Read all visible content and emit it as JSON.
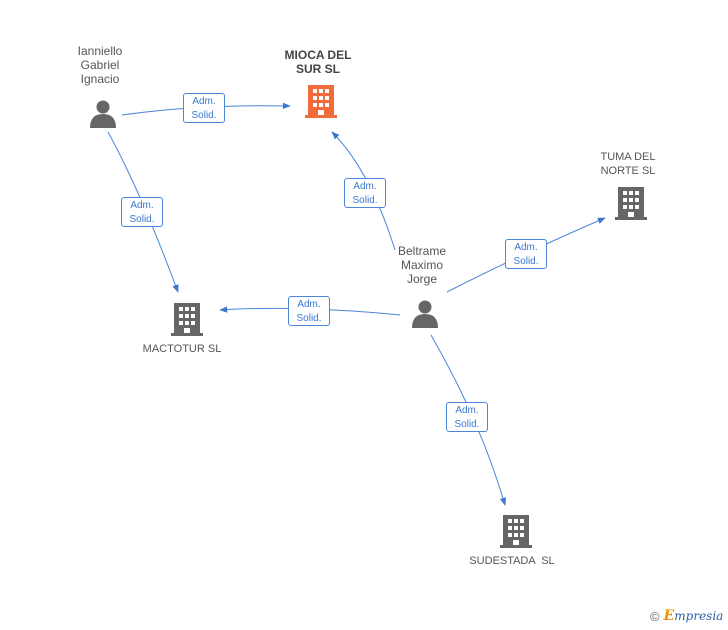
{
  "nodes": {
    "ianniello": {
      "label": "Ianniello\nGabriel\nIgnacio"
    },
    "mioca": {
      "label": "MIOCA DEL\nSUR SL"
    },
    "tuma": {
      "label": "TUMA DEL\nNORTE SL"
    },
    "beltrame": {
      "label": "Beltrame\nMaximo\nJorge"
    },
    "mactotur": {
      "label": "MACTOTUR SL"
    },
    "sudestada": {
      "label": "SUDESTADA  SL"
    }
  },
  "edges": {
    "e1": {
      "line1": "Adm.",
      "line2": "Solid."
    },
    "e2": {
      "line1": "Adm.",
      "line2": "Solid."
    },
    "e3": {
      "line1": "Adm.",
      "line2": "Solid."
    },
    "e4": {
      "line1": "Adm.",
      "line2": "Solid."
    },
    "e5": {
      "line1": "Adm.",
      "line2": "Solid."
    },
    "e6": {
      "line1": "Adm.",
      "line2": "Solid."
    }
  },
  "colors": {
    "edge": "#3a78d0",
    "person": "#666666",
    "company": "#666666",
    "focus_company": "#f26b3a"
  },
  "watermark": {
    "copyright": "©",
    "brand_initial": "E",
    "brand_rest": "mpresia"
  }
}
